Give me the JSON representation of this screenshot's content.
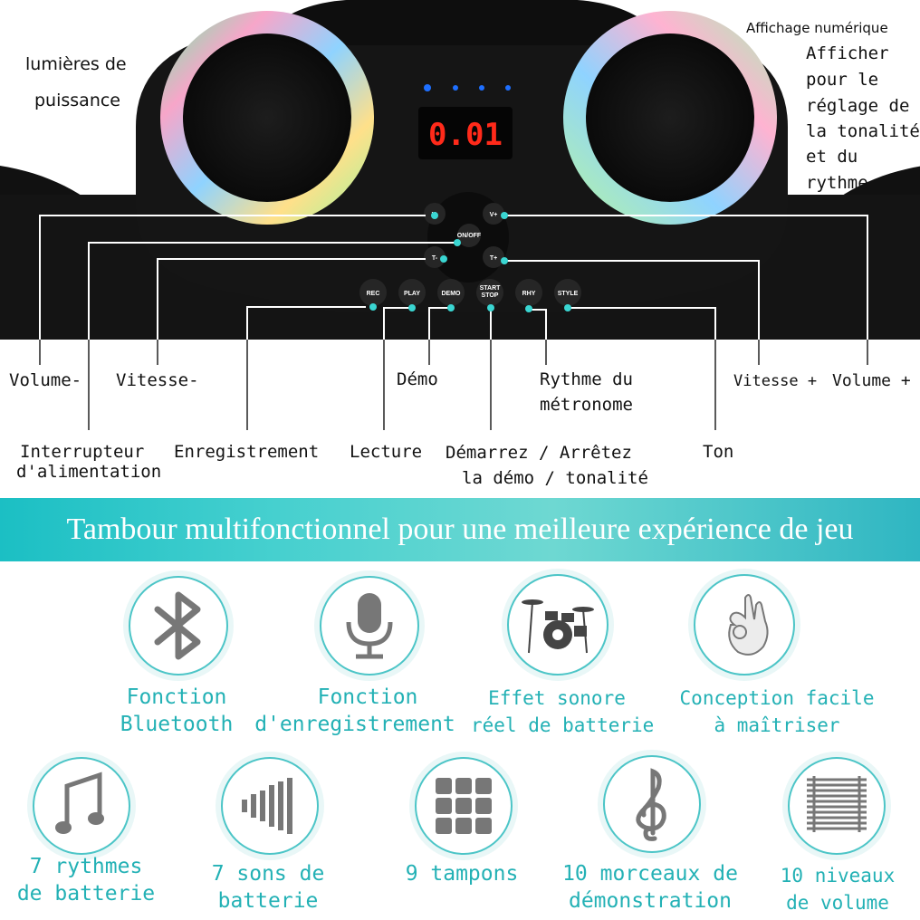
{
  "display": {
    "reading": "0.01"
  },
  "buttons": {
    "v_minus": "V-",
    "v_plus": "V+",
    "on_off": "ON/OFF",
    "t_minus": "T-",
    "t_plus": "T+",
    "rec": "REC",
    "play": "PLAY",
    "demo": "DEMO",
    "start": "START",
    "stop": "STOP",
    "rhy": "RHY",
    "style": "STYLE"
  },
  "annotations": {
    "power_lights_1": "lumières de",
    "power_lights_2": "puissance",
    "digital_display": "Affichage numérique",
    "display_desc": [
      "Afficher",
      "pour le",
      "réglage de",
      "la tonalité",
      "et du",
      "rythme"
    ],
    "volume_minus": "Volume-",
    "speed_minus": "Vitesse-",
    "demo": "Démo",
    "metronome_1": "Rythme du",
    "metronome_2": "métronome",
    "speed_plus": "Vitesse +",
    "volume_plus": "Volume +",
    "power_switch_1": "Interrupteur",
    "power_switch_2": "d'alimentation",
    "recording": "Enregistrement",
    "playback": "Lecture",
    "start_stop_1": "Démarrez / Arrêtez",
    "start_stop_2": "la démo / tonalité",
    "tone": "Ton"
  },
  "banner": {
    "title": "Tambour multifonctionnel pour une meilleure expérience de jeu"
  },
  "features": [
    {
      "icon": "bluetooth-icon",
      "line1": "Fonction",
      "line2": "Bluetooth"
    },
    {
      "icon": "microphone-icon",
      "line1": "Fonction",
      "line2": "d'enregistrement"
    },
    {
      "icon": "drum-kit-icon",
      "line1": "Effet sonore",
      "line2": "réel de batterie"
    },
    {
      "icon": "ok-hand-icon",
      "line1": "Conception facile",
      "line2": "à maîtriser"
    },
    {
      "icon": "music-note-icon",
      "line1": "7 rythmes",
      "line2": "de batterie"
    },
    {
      "icon": "sound-bars-icon",
      "line1": "7 sons de",
      "line2": "batterie"
    },
    {
      "icon": "pads-grid-icon",
      "line1": "9 tampons",
      "line2": ""
    },
    {
      "icon": "treble-clef-icon",
      "line1": "10 morceaux de",
      "line2": "démonstration"
    },
    {
      "icon": "volume-levels-icon",
      "line1": "10 niveaux",
      "line2": "de volume"
    }
  ],
  "colors": {
    "accent": "#23b1b5",
    "banner": "#3cc7cb",
    "device": "#121212",
    "led_display": "#ff2a1a"
  }
}
